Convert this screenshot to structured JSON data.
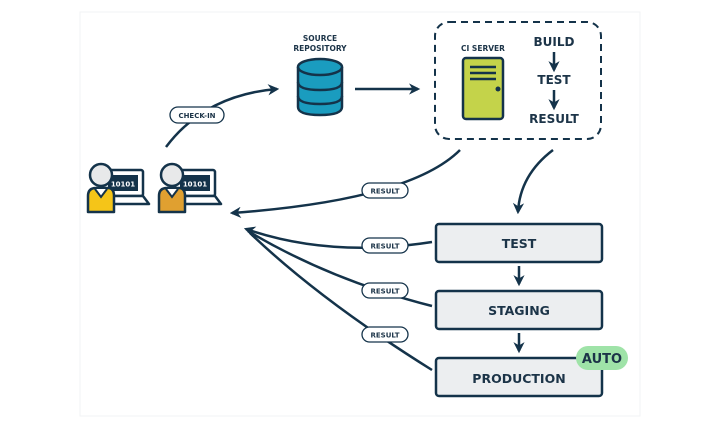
{
  "diagram": {
    "title": "Continuous Integration / Continuous Delivery Pipeline",
    "colors": {
      "line": "#14334a",
      "database": "#1a9cbf",
      "server": "#c4d34a",
      "stage_fill": "#eceef0",
      "auto_badge": "#9fe3a8",
      "dev1_shirt": "#f5c518",
      "dev2_shirt": "#e0a030",
      "head": "#e8e9ea"
    },
    "developers": [
      {
        "screen_text": "10101"
      },
      {
        "screen_text": "10101"
      }
    ],
    "check_in_label": "CHECK-IN",
    "source_repository": {
      "line1": "SOURCE",
      "line2": "REPOSITORY"
    },
    "ci_server": {
      "label": "CI SERVER",
      "steps": [
        "BUILD",
        "TEST",
        "RESULT"
      ]
    },
    "result_labels": [
      "RESULT",
      "RESULT",
      "RESULT",
      "RESULT"
    ],
    "stages": [
      {
        "name": "TEST"
      },
      {
        "name": "STAGING"
      },
      {
        "name": "PRODUCTION",
        "badge": "AUTO"
      }
    ]
  }
}
